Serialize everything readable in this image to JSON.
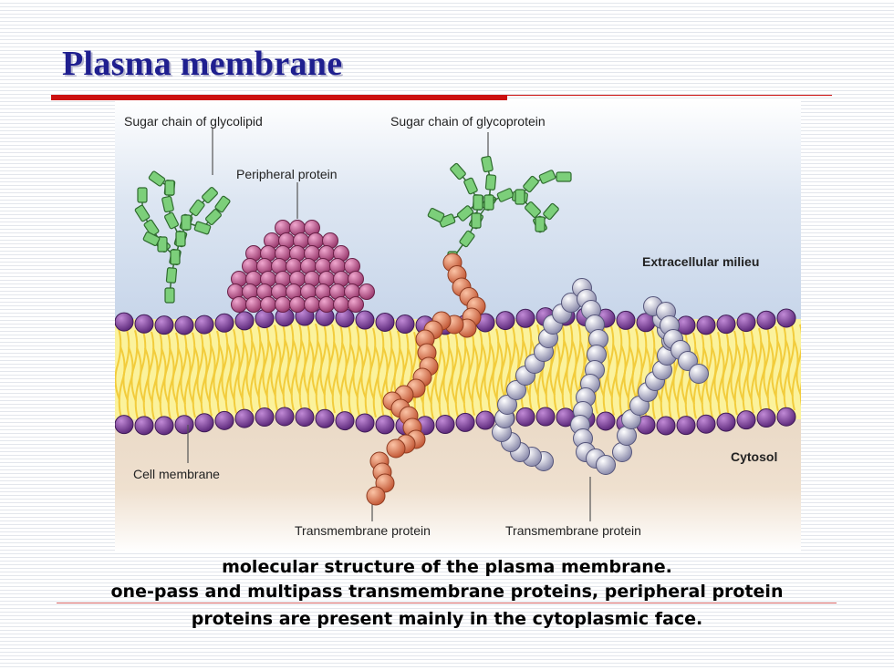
{
  "slide": {
    "title": "Plasma membrane",
    "caption_lines": [
      "molecular structure of the plasma membrane.",
      "one-pass and multipass transmembrane proteins, peripheral protein",
      "proteins are present mainly in the cytoplasmic face."
    ]
  },
  "diagram": {
    "labels": {
      "glycolipid_sugar": "Sugar chain of glycolipid",
      "glycoprotein_sugar": "Sugar chain of glycoprotein",
      "peripheral_protein": "Peripheral protein",
      "extracellular": "Extracellular milieu",
      "cytosol": "Cytosol",
      "cell_membrane": "Cell membrane",
      "transmembrane_1": "Transmembrane protein",
      "transmembrane_2": "Transmembrane protein"
    },
    "colors": {
      "head_group": "#8a4aa8",
      "lipid_tail": "#f2cc3c",
      "bilayer_core": "#fbf29c",
      "sugar": "#7ccf7a",
      "peripheral_protein": "#c25e96",
      "single_pass_protein": "#e8896a",
      "multi_pass_protein": "#c8c8de",
      "extracellular_bg": "#c8d6ea",
      "cytosol_bg": "#eddcc8"
    }
  }
}
